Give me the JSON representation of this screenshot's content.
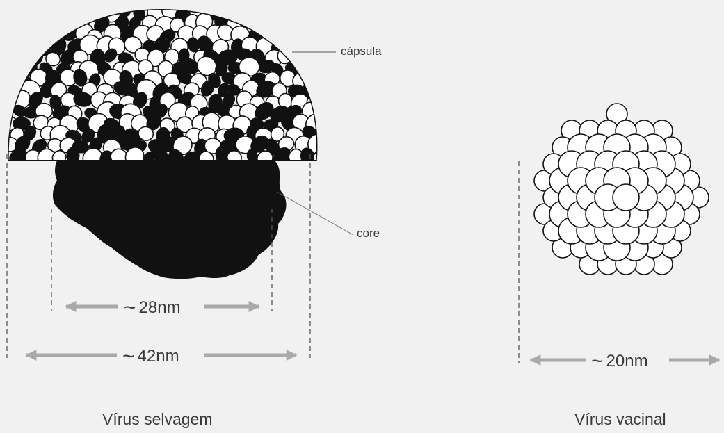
{
  "labels": {
    "capsule": "cápsula",
    "core": "core"
  },
  "dimensions": {
    "wild_core": {
      "symbol": "~",
      "value": "28nm"
    },
    "wild_total": {
      "symbol": "~",
      "value": "42nm"
    },
    "vaccine_total": {
      "symbol": "~",
      "value": "20nm"
    }
  },
  "titles": {
    "wild": "Vírus selvagem",
    "vaccine": "Vírus vacinal"
  },
  "colors": {
    "background": "#f1f1f1",
    "ink": "#111111",
    "arrow": "#a9a9a9",
    "guide": "#555555"
  }
}
